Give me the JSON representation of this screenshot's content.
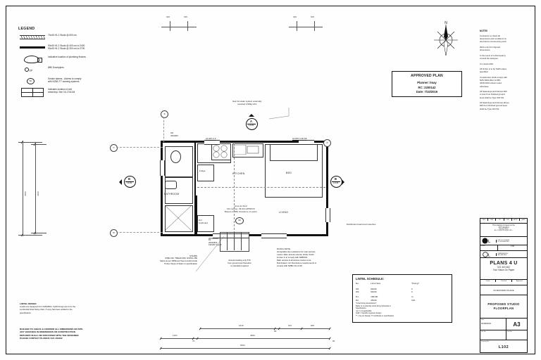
{
  "sheet": {
    "drawing_number": "L102",
    "sheet_size": "A3",
    "date": "20/08/2019"
  },
  "legend": {
    "title": "LEGEND",
    "items": [
      {
        "symbol": "hatched-bar",
        "text": "70x45 H1.2 Studs @ 600 crs"
      },
      {
        "symbol": "solid-bar",
        "text": "90x45 H1.2 Studs @ 400 crs to 2400\n90x45 H1.2 Studs @ 300 crs to 2700"
      },
      {
        "symbol": "wc-fixture",
        "text": "Indicative location of plumbing fixtures"
      },
      {
        "symbol": "downpipe",
        "text": "Ø80 Downpipes",
        "tag": "DP"
      },
      {
        "symbol": "smoke-alarm",
        "text": "Smoke alarms - Alarms to comply\nwith NZBC F7 warning systems",
        "tag": "SD"
      },
      {
        "symbol": "wet-area-grid",
        "text": "Indicates location of wet\narea/vinyl. See 16-17/A104"
      }
    ]
  },
  "notes": {
    "heading": "NOTES",
    "items": [
      "Contractor to check all\ndimensions and conditions on\nsite before commencing work.",
      "Work only from figured\ndimensions.",
      "In the event of a discrepancy\nconsult the designer.",
      "If in doubt ASK.",
      "All timber is to be SG8 unless\nspecified.",
      "Construction shall comply with\nNZS 3604:2011 & NZS\n4229:2013 unless noted\notherwise.",
      "All fastenings and fixtures 600\nor less from finished ground\nlevel shall be Type 304 SS.",
      "All fastenings and fixtures above\n600 from finished ground level\nshall be Type 304 SS."
    ]
  },
  "approved_stamp": {
    "title": "APPROVED PLAN",
    "planner": "Planner: lmay",
    "rc": "RC: 2200142",
    "date": "Date: 7/10/2019"
  },
  "compass": {
    "label": "N"
  },
  "plan": {
    "rooms": [
      {
        "name": "BATHROOM"
      },
      {
        "name": "KITCHEN"
      },
      {
        "name": "BED"
      },
      {
        "name": "LIVING"
      }
    ],
    "fixtures": [
      {
        "name": "Fridge"
      },
      {
        "name": "Hot\nCupboard"
      }
    ],
    "area_note": "Area 21.6m2\nFFL House: 39.310 APPROX\nBased on 450 clearance o/t joists",
    "smoke_alarm_tag": "SD",
    "window_tags": [
      {
        "tag": "W2",
        "size": "400x900"
      },
      {
        "tag": "w1 EP1 0.6"
      },
      {
        "tag": "w2 EP1 0.60 DP"
      },
      {
        "tag": "w1 EP1 0.6"
      },
      {
        "tag": "w1 EP1 0.6"
      },
      {
        "tag": "w1 EP1 0.6"
      },
      {
        "tag": "w1 EP1 0.6"
      },
      {
        "tag": "w1 EP1 0.6"
      }
    ],
    "door_tags": [
      {
        "tag": "D1",
        "size": "2000x800",
        "type": "190x90 Type F"
      },
      {
        "tag": "D2",
        "size": "2000x2400"
      },
      {
        "tag": "D2"
      },
      {
        "tag": "D1"
      }
    ],
    "switchboard_note": "Distribution board and meterbox",
    "gas_note": "Gas hot water system externally\nmounted 2/18kg LPG"
  },
  "grid_bubbles": [
    "a",
    "b",
    "n",
    "m"
  ],
  "section_markers": [
    {
      "letter": "A",
      "sheet": "L106"
    },
    {
      "letter": "B",
      "sheet": "L106"
    },
    {
      "letter": "B",
      "sheet": "L106"
    }
  ],
  "dimensions": {
    "horizontal": [
      {
        "value": "2415"
      },
      {
        "value": "615"
      },
      {
        "value": "905"
      },
      {
        "value": "90"
      },
      {
        "value": "1100"
      },
      {
        "value": "70"
      },
      {
        "value": "4650"
      },
      {
        "value": "90"
      },
      {
        "value": "6000"
      }
    ],
    "vertical": [
      {
        "value": "3600"
      },
      {
        "value": "3420"
      }
    ]
  },
  "stairs_note": {
    "title": "STAIRS",
    "text": "RISE 190, TREAD 280, GOING 280\nStairs as per NZWood How-to-build Guide\nTimber Steps & Stairs in specification"
  },
  "landing_note": "Access landing only 570\nfrom ground and therefore\nno handrail required",
  "d1as1_note": {
    "title": "D1/AS1 NOTE:",
    "text": "Acceptable slip resistance for main access\nroutes. Main access exterior timber finish\nat door is to comply with NZBCD1\nMain access & all access routes to be\nilluminated, min illuminance requirements to\ncomply with NZBC D1 & G8"
  },
  "lintel_schedule": {
    "title": "LINTEL SCHEDULE:",
    "headers": [
      "No.",
      "Lintel Size",
      "*Fixing*"
    ],
    "rows": [
      {
        "no": "W1",
        "size": "90x90",
        "fixing": "F"
      },
      {
        "no": "W2",
        "size": "90x90",
        "fixing": "F"
      },
      {
        "no": "D1",
        "size": "190x90",
        "fixing": "G"
      },
      {
        "no": "D2",
        "size": "45x90",
        "fixing": "N/A"
      }
    ],
    "footnote": "*Lintel fixing descriptions*\nRefer to Lumberlok Lintel fixing Schedule in\nSpecification\nn/a = not applicable\nSG8 = Specific engineer design\n** = As per Design IT Certificate in specification"
  },
  "lintel_design_note": {
    "title": "LINTEL DESIGN",
    "text": "Lintels are designed from NZS3604.  Uplift fixings are from the\nLumberlok lintel fixing chart. A copy has been added to the\nspecification"
  },
  "builder_note": "BUILDER TO CHECK & CONFIRM ALL DIMENSIONS ON SITE\nANY VARIANCE IN DIMENSIONS OR CONSTRUCTION\nMETHODS SHALL BE DISCUSSED WITH THE DESIGNER.\nPLEASE CONTACT PLANS4U 021 403462",
  "title_block": {
    "revision_headers": [
      "REV",
      "REF",
      "BY",
      "CHK",
      "APPR",
      "DATE"
    ],
    "standard_note": "This drawing is based on the\nISO standard",
    "standard_sub": "drawing sheets",
    "standard_codes": "A1  0.5 SQM  0.85 SQM  0.985...",
    "year": "2003",
    "licence": "LBP: LIC#4745001\nLIC-PROHIBITED",
    "scale_label": "SCALE",
    "scale_value": "1:50",
    "units_note": "DIMENSIONS IN\nMILLIMETRES",
    "company": "PLANS 4 U",
    "phone": "021 403 462",
    "tagline": "Your Vision On Paper",
    "col_headers": [
      "Drawn",
      "Checked",
      "Approved"
    ],
    "address": "34 MATARIKI PLACE",
    "project": "PROPOSED\nSTUDIO\nFLOORPLAN",
    "date_label": "Date",
    "date_value": "20/08/2019",
    "size_value": "A3",
    "file_label": "File No.",
    "job_label": "Job No.",
    "drawing_label": "Drawing No.",
    "drawing_value": "L102"
  }
}
